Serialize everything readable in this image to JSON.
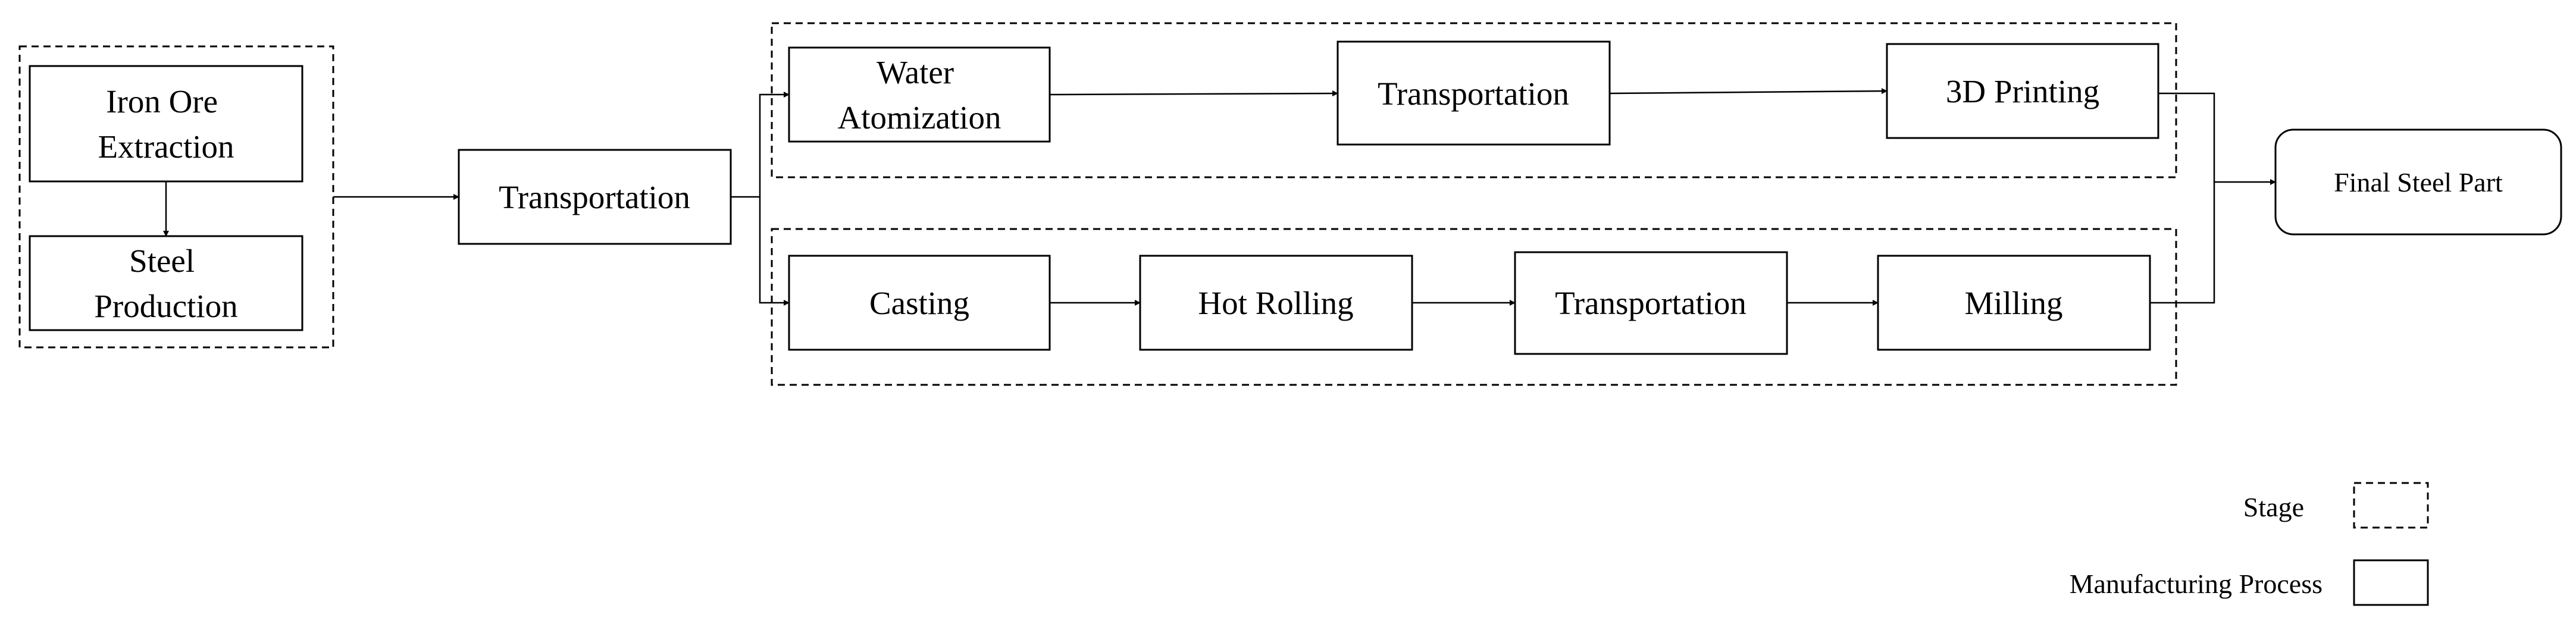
{
  "nodes": {
    "iron_ore": [
      "Iron Ore",
      "Extraction"
    ],
    "steel_production": [
      "Steel",
      "Production"
    ],
    "transport_main": [
      "Transportation"
    ],
    "water_atomization": [
      "Water",
      "Atomization"
    ],
    "transport_top": [
      "Transportation"
    ],
    "printing_3d": [
      "3D Printing"
    ],
    "casting": [
      "Casting"
    ],
    "hot_rolling": [
      "Hot Rolling"
    ],
    "transport_bottom": [
      "Transportation"
    ],
    "milling": [
      "Milling"
    ],
    "final_part": [
      "Final Steel Part"
    ]
  },
  "legend": {
    "stage_label": "Stage",
    "process_label": "Manufacturing Process"
  },
  "colors": {
    "stroke": "#000000",
    "background": "#ffffff",
    "text": "#000000"
  }
}
